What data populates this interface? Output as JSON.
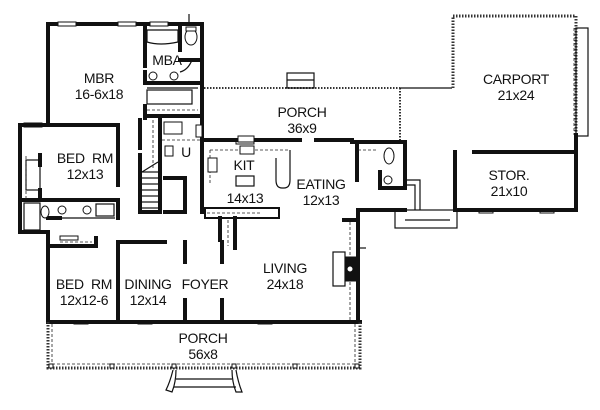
{
  "plan": {
    "type": "house-floor-plan",
    "colors": {
      "line": "#111111",
      "background": "#ffffff"
    },
    "rooms": [
      {
        "id": "mbr",
        "name": "MBR",
        "dims": "16-6x18"
      },
      {
        "id": "mba",
        "name": "MBA",
        "dims": ""
      },
      {
        "id": "utility",
        "name": "U",
        "dims": ""
      },
      {
        "id": "kitchen",
        "name": "KIT",
        "dims": "14x13"
      },
      {
        "id": "rear-porch",
        "name": "PORCH",
        "dims": "36x9"
      },
      {
        "id": "carport",
        "name": "CARPORT",
        "dims": "21x24"
      },
      {
        "id": "storage",
        "name": "STOR.",
        "dims": "21x10"
      },
      {
        "id": "bedroom-2",
        "name": "BED  RM",
        "dims": "12x13"
      },
      {
        "id": "eating",
        "name": "EATING",
        "dims": "12x13"
      },
      {
        "id": "bedroom-3",
        "name": "BED  RM",
        "dims": "12x12-6"
      },
      {
        "id": "dining",
        "name": "DINING",
        "dims": "12x14"
      },
      {
        "id": "foyer",
        "name": "FOYER",
        "dims": ""
      },
      {
        "id": "living",
        "name": "LIVING",
        "dims": "24x18"
      },
      {
        "id": "front-porch",
        "name": "PORCH",
        "dims": "56x8"
      }
    ]
  }
}
